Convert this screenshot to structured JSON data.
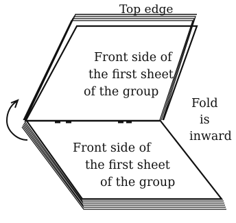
{
  "top_edge_label": "Top edge",
  "upper_panel": {
    "line1": "Front side of",
    "line2": "the first sheet",
    "line3": "of the group"
  },
  "lower_panel": {
    "line1": "Front side of",
    "line2": "the first sheet",
    "line3": "of the group"
  },
  "fold_note": {
    "line1": "Fold",
    "line2": "is",
    "line3": "inward"
  }
}
